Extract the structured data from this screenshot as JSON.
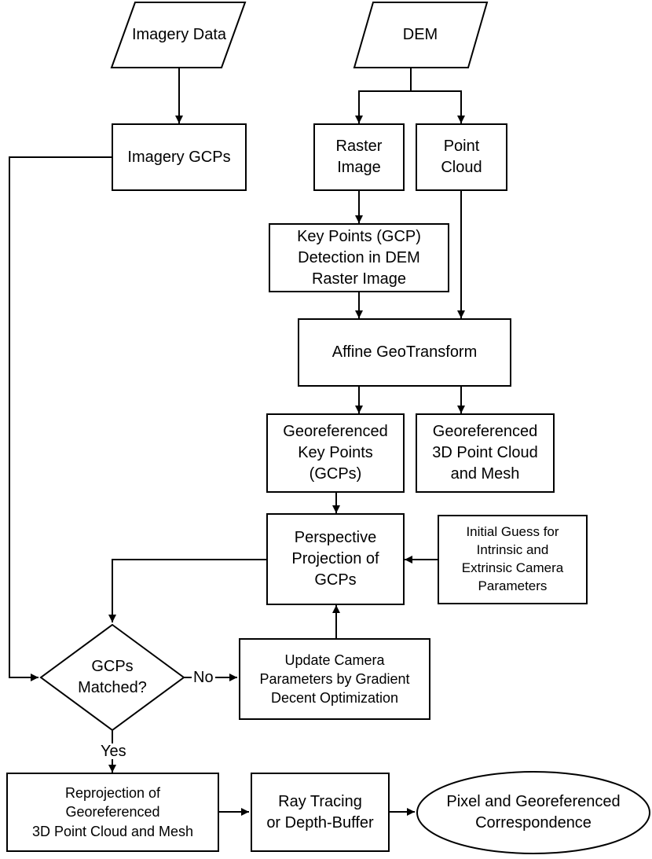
{
  "nodes": {
    "imagery_data": "Imagery Data",
    "dem": "DEM",
    "imagery_gcps": "Imagery GCPs",
    "raster_image": "Raster\nImage",
    "point_cloud": "Point\nCloud",
    "key_points_detection": "Key Points (GCP)\nDetection in DEM\nRaster Image",
    "affine_geotransform": "Affine GeoTransform",
    "georef_key_points": "Georeferenced\nKey Points\n(GCPs)",
    "georef_point_cloud": "Georeferenced\n3D Point Cloud\nand Mesh",
    "perspective_projection": "Perspective\nProjection of\nGCPs",
    "initial_guess": "Initial Guess for\nIntrinsic and\nExtrinsic Camera\nParameters",
    "gcps_matched": "GCPs\nMatched?",
    "update_camera": "Update Camera\nParameters by Gradient\nDecent Optimization",
    "reprojection": "Reprojection of\nGeoreferenced\n3D Point Cloud and Mesh",
    "ray_tracing": "Ray Tracing\nor Depth-Buffer",
    "pixel_correspondence": "Pixel and Georeferenced\nCorrespondence"
  },
  "edge_labels": {
    "no": "No",
    "yes": "Yes"
  },
  "colors": {
    "stroke": "#000000",
    "fill": "#ffffff"
  }
}
